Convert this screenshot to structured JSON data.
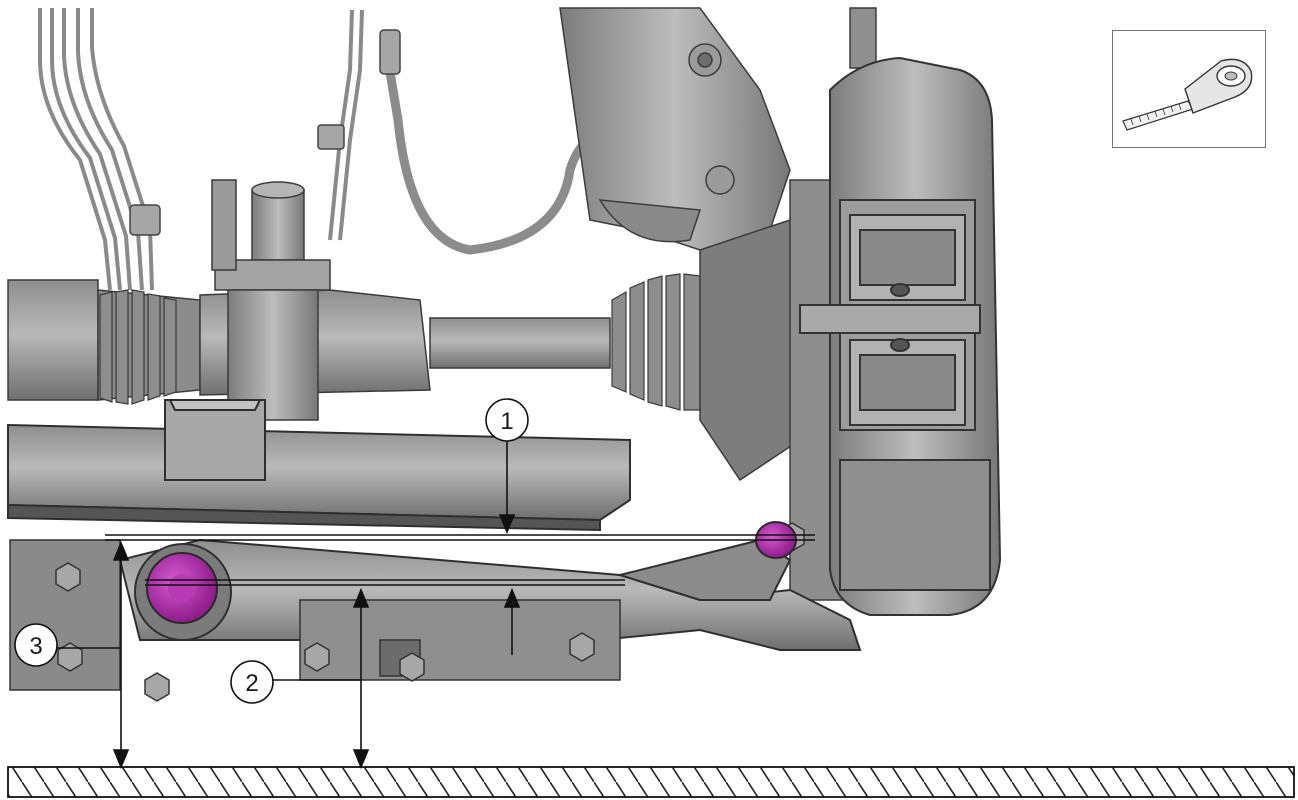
{
  "callouts": [
    {
      "id": "1",
      "label": "1"
    },
    {
      "id": "2",
      "label": "2"
    },
    {
      "id": "3",
      "label": "3"
    }
  ],
  "icons": {
    "inset_tool": "measuring-tape-icon"
  },
  "colors": {
    "marker": "#a0209a",
    "marker_highlight": "#d45ad0",
    "component_dark": "#6d6d6d",
    "component_mid": "#9a9a9a",
    "component_light": "#c4c4c4",
    "outline": "#3a3a3a"
  }
}
